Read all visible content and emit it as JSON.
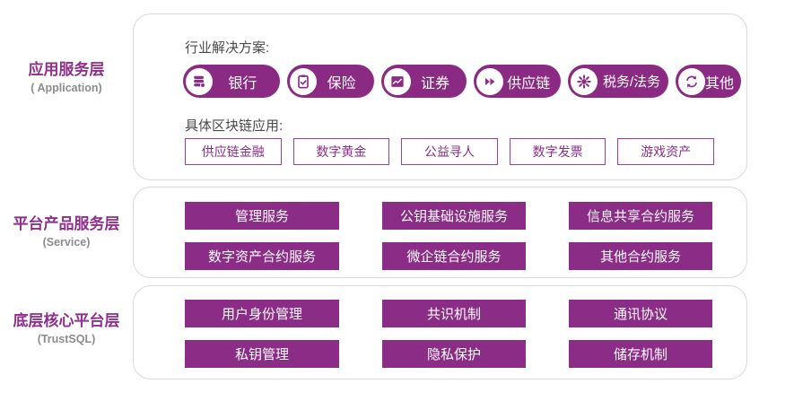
{
  "colors": {
    "pill_purple": "#8a2a82",
    "box_purple": "#8b2d87",
    "outline_border": "#9c3f95",
    "label_purple": "#8e2f8c",
    "label_gray": "#8c8c8c",
    "heading_gray": "#4a4a4a",
    "section_border": "#d9d9d9"
  },
  "layers": [
    {
      "label": "应用服务层",
      "sublabel": "( Application)",
      "solutions_heading": "行业解决方案:",
      "solutions": [
        {
          "label": "银行",
          "icon": "coins-stack-icon"
        },
        {
          "label": "保险",
          "icon": "clipboard-check-icon"
        },
        {
          "label": "证券",
          "icon": "chart-box-icon"
        },
        {
          "label": "供应链",
          "icon": "fast-forward-icon"
        },
        {
          "label": "税务/法务",
          "icon": "gear-icon"
        },
        {
          "label": "其他",
          "icon": "sync-arrows-icon"
        }
      ],
      "apps_heading": "具体区块链应用:",
      "apps": [
        {
          "label": "供应链金融"
        },
        {
          "label": "数字黄金"
        },
        {
          "label": "公益寻人"
        },
        {
          "label": "数字发票"
        },
        {
          "label": "游戏资产"
        }
      ]
    },
    {
      "label": "平台产品服务层",
      "sublabel": "(Service)",
      "boxes": [
        {
          "label": "管理服务"
        },
        {
          "label": "公钥基础设施服务"
        },
        {
          "label": "信息共享合约服务"
        },
        {
          "label": "数字资产合约服务"
        },
        {
          "label": "微企链合约服务"
        },
        {
          "label": "其他合约服务"
        }
      ]
    },
    {
      "label": "底层核心平台层",
      "sublabel": "(TrustSQL)",
      "boxes": [
        {
          "label": "用户身份管理"
        },
        {
          "label": "共识机制"
        },
        {
          "label": "通讯协议"
        },
        {
          "label": "私钥管理"
        },
        {
          "label": "隐私保护"
        },
        {
          "label": "储存机制"
        }
      ]
    }
  ]
}
